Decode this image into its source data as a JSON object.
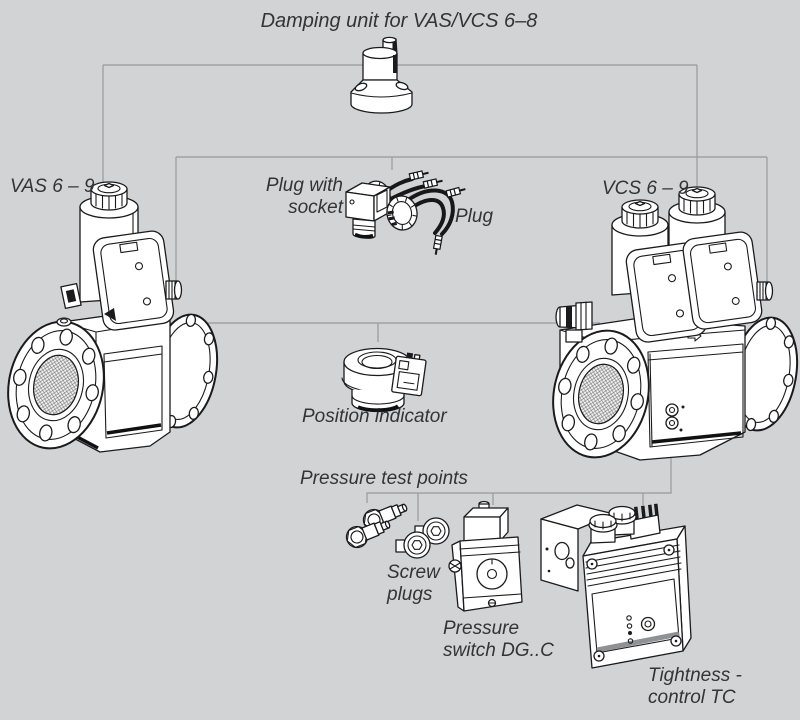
{
  "diagram": {
    "title": "Damping unit for VAS/VCS 6–8",
    "labels": {
      "left_valve": "VAS 6 – 9",
      "right_valve": "VCS 6 – 9",
      "plug_with_socket_l1": "Plug with",
      "plug_with_socket_l2": "socket",
      "plug": "Plug",
      "position_indicator": "Position indicator",
      "pressure_test_points": "Pressure test points",
      "screw_plugs_l1": "Screw",
      "screw_plugs_l2": "plugs",
      "pressure_switch_l1": "Pressure",
      "pressure_switch_l2": "switch DG..C",
      "tightness_control_l1": "Tightness -",
      "tightness_control_l2": "control TC"
    },
    "colors": {
      "background": "#d2d3d4",
      "connector_line": "#97999b",
      "drawing_ink": "#1b1b1d",
      "text": "#333436"
    }
  }
}
